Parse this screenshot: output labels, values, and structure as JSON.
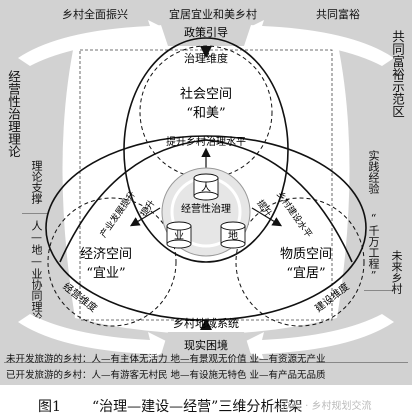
{
  "top_bar": {
    "left": "乡村全面振兴",
    "center": "宜居宜业和美乡村",
    "right": "共同富裕"
  },
  "policy_guide": "政策引导",
  "left_col": {
    "outer": "经营性治理理论",
    "inner_top": "理论支撑",
    "inner_bottom": "人—地—业协同理论"
  },
  "right_col": {
    "outer": "共同富裕示范区",
    "inner_top": "实践经验",
    "inner_mid": "“千万工程”",
    "inner_bottom": "未来乡村"
  },
  "circles": {
    "top": {
      "dimension": "治理维度",
      "name": "社会空间",
      "quote": "“和美”"
    },
    "left": {
      "name": "经济空间",
      "quote": "“宜业”",
      "dimension": "经营维度"
    },
    "right": {
      "name": "物质空间",
      "quote": "“宜居”",
      "dimension": "建设维度"
    }
  },
  "center": {
    "label": "经营性治理",
    "cylinders": {
      "ren": "人",
      "ye": "业",
      "di": "地"
    }
  },
  "arrows": {
    "top": "提升乡村治理水平",
    "left_upper": "产业发展提升",
    "left_lower": "提升",
    "right_upper": "乡村建设水平",
    "right_lower": "提升"
  },
  "system": "乡村地域系统",
  "reality": "现实困境",
  "bottom_rows": [
    "未开发旅游的乡村：人—有主体无活力 地—有景观无价值 业—有资源无产业",
    "已开发旅游的乡村：人—有游客无村民 地—有设施无特色 业—有产品无品质"
  ],
  "caption": {
    "fig": "图1",
    "title": "“治理—建设—经营”三维分析框架"
  },
  "watermark": "公众号 · 乡村规划交流",
  "colors": {
    "frame": "#d2d2d2",
    "ink": "#111111",
    "center_fill": "#e6e6e6"
  }
}
